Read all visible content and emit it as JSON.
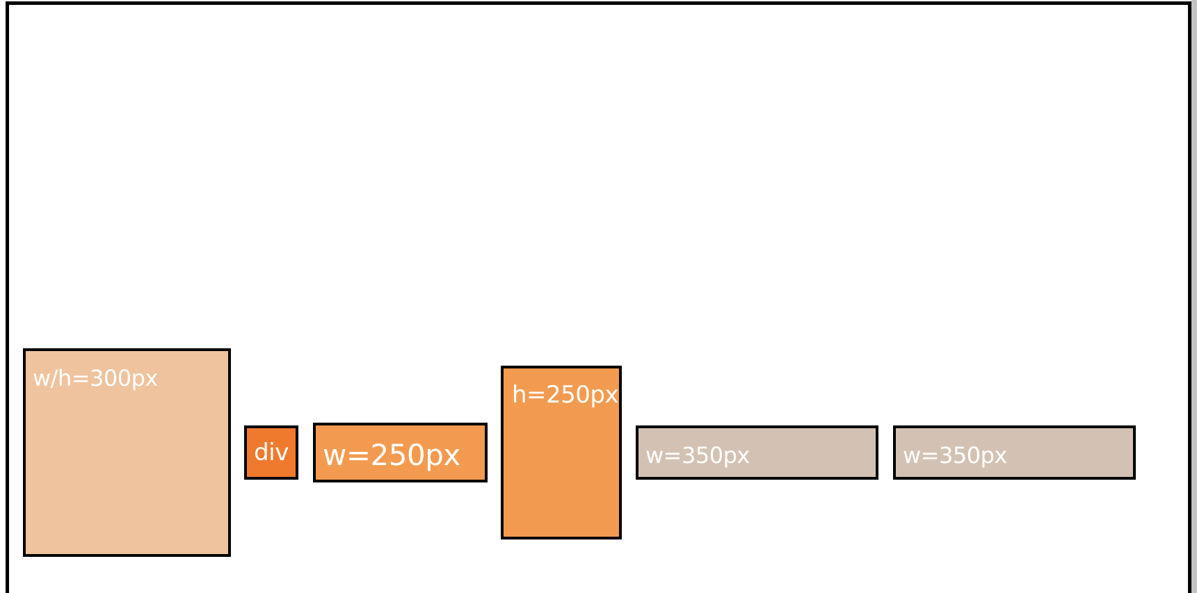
{
  "boxes": [
    {
      "label": "w/h=300px",
      "color": "#eec39e"
    },
    {
      "label": "div",
      "color": "#ef7a2e"
    },
    {
      "label": "w=250px",
      "color": "#f29b50"
    },
    {
      "label": "h=250px",
      "color": "#f29b50"
    },
    {
      "label": "w=350px",
      "color": "#d3c2b3"
    },
    {
      "label": "w=350px",
      "color": "#d3c2b3"
    }
  ]
}
